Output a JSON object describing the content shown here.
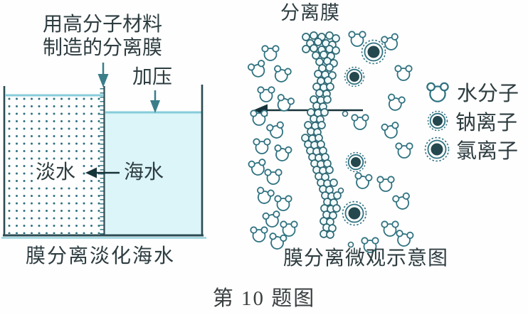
{
  "colors": {
    "diagram_stroke_teal": "#3a7e8a",
    "particle_stroke": "#2f7280",
    "ink_dark": "#17333a",
    "sea_fill": "#dbf5f9",
    "water_surface_line": "#86ccd9",
    "ion_center_fill": "#24484e",
    "text": "#2e3d41"
  },
  "left_diagram": {
    "membrane_label_line1": "用高分子材料",
    "membrane_label_line2": "制造的分离膜",
    "pressure_label": "加压",
    "fresh_water_label": "淡水",
    "sea_water_label": "海水",
    "caption": "膜分离淡化海水"
  },
  "right_diagram": {
    "membrane_label": "分离膜",
    "caption": "膜分离微观示意图",
    "legend": [
      {
        "icon": "water-molecule-icon",
        "label": "水分子"
      },
      {
        "icon": "sodium-ion-icon",
        "label": "钠离子"
      },
      {
        "icon": "chloride-ion-icon",
        "label": "氯离子"
      }
    ]
  },
  "figure_caption": "第 10 题图"
}
